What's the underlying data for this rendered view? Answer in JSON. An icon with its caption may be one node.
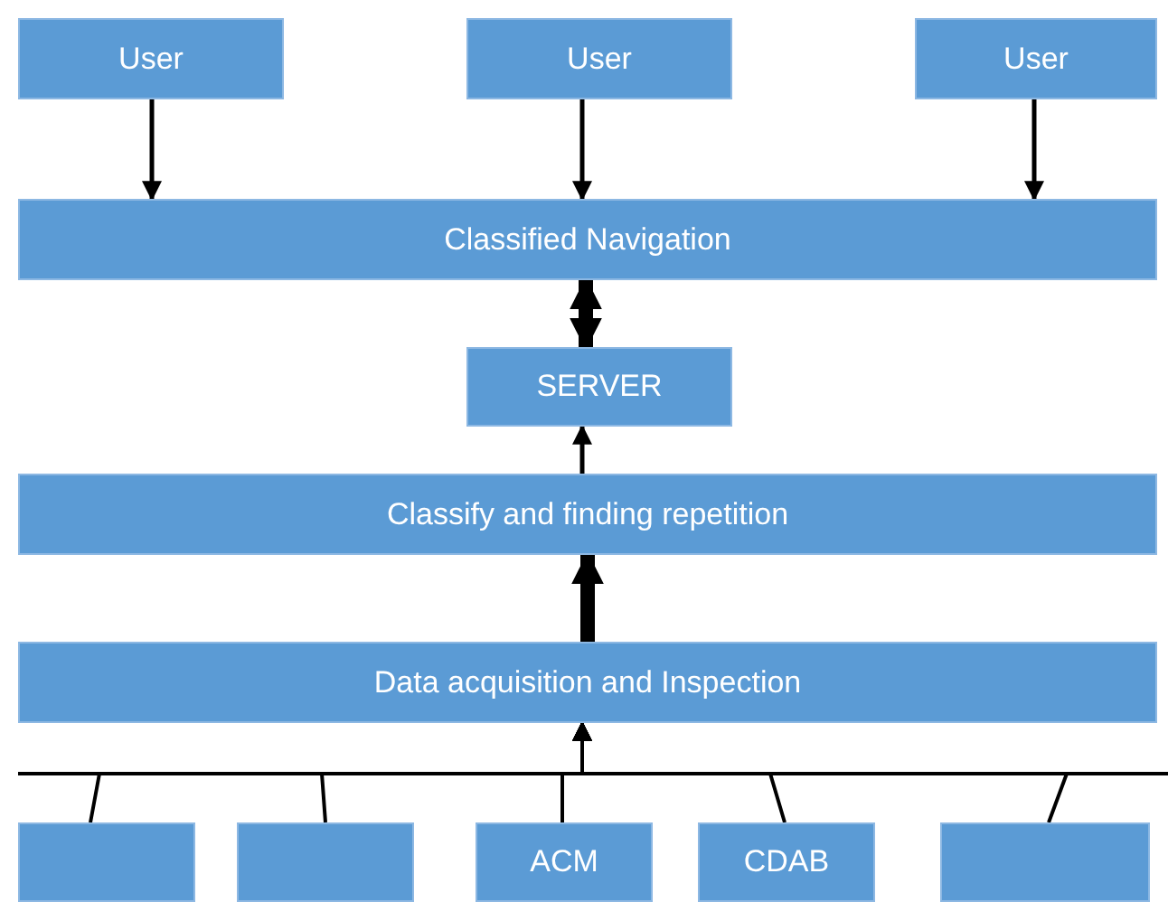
{
  "diagram": {
    "nodes": [
      {
        "text": [
          "User"
        ]
      },
      {
        "text": [
          "User"
        ]
      },
      {
        "text": [
          "User"
        ]
      },
      {
        "text": [
          "Classified Navigation"
        ]
      },
      {
        "text": [
          "SERVER"
        ]
      },
      {
        "text": [
          "Classify and finding repetition"
        ]
      },
      {
        "text": [
          "Data acquisition and Inspection"
        ]
      },
      {
        "text": [],
        "shape": "box"
      },
      {
        "text": [],
        "shape": "box"
      },
      {
        "text": [
          "ACM"
        ]
      },
      {
        "text": [
          "CDAB"
        ]
      },
      {
        "text": [],
        "shape": "box"
      }
    ],
    "edges": [
      {
        "from": 0,
        "to": 3,
        "arrow": "to"
      },
      {
        "from": 1,
        "to": 3,
        "arrow": "to"
      },
      {
        "from": 2,
        "to": 3,
        "arrow": "to"
      },
      {
        "from": 3,
        "to": 4,
        "arrow": "both",
        "style": "thick"
      },
      {
        "from": 5,
        "to": 4,
        "arrow": "to"
      },
      {
        "from": 6,
        "to": 5,
        "arrow": "to",
        "style": "thick"
      },
      {
        "from": 7,
        "to": 6,
        "arrow": "to"
      },
      {
        "from": 8,
        "to": 6,
        "arrow": "to"
      },
      {
        "from": 9,
        "to": 6,
        "arrow": "to"
      },
      {
        "from": 10,
        "to": 6,
        "arrow": "to"
      },
      {
        "from": 11,
        "to": 6,
        "arrow": "to"
      }
    ]
  }
}
